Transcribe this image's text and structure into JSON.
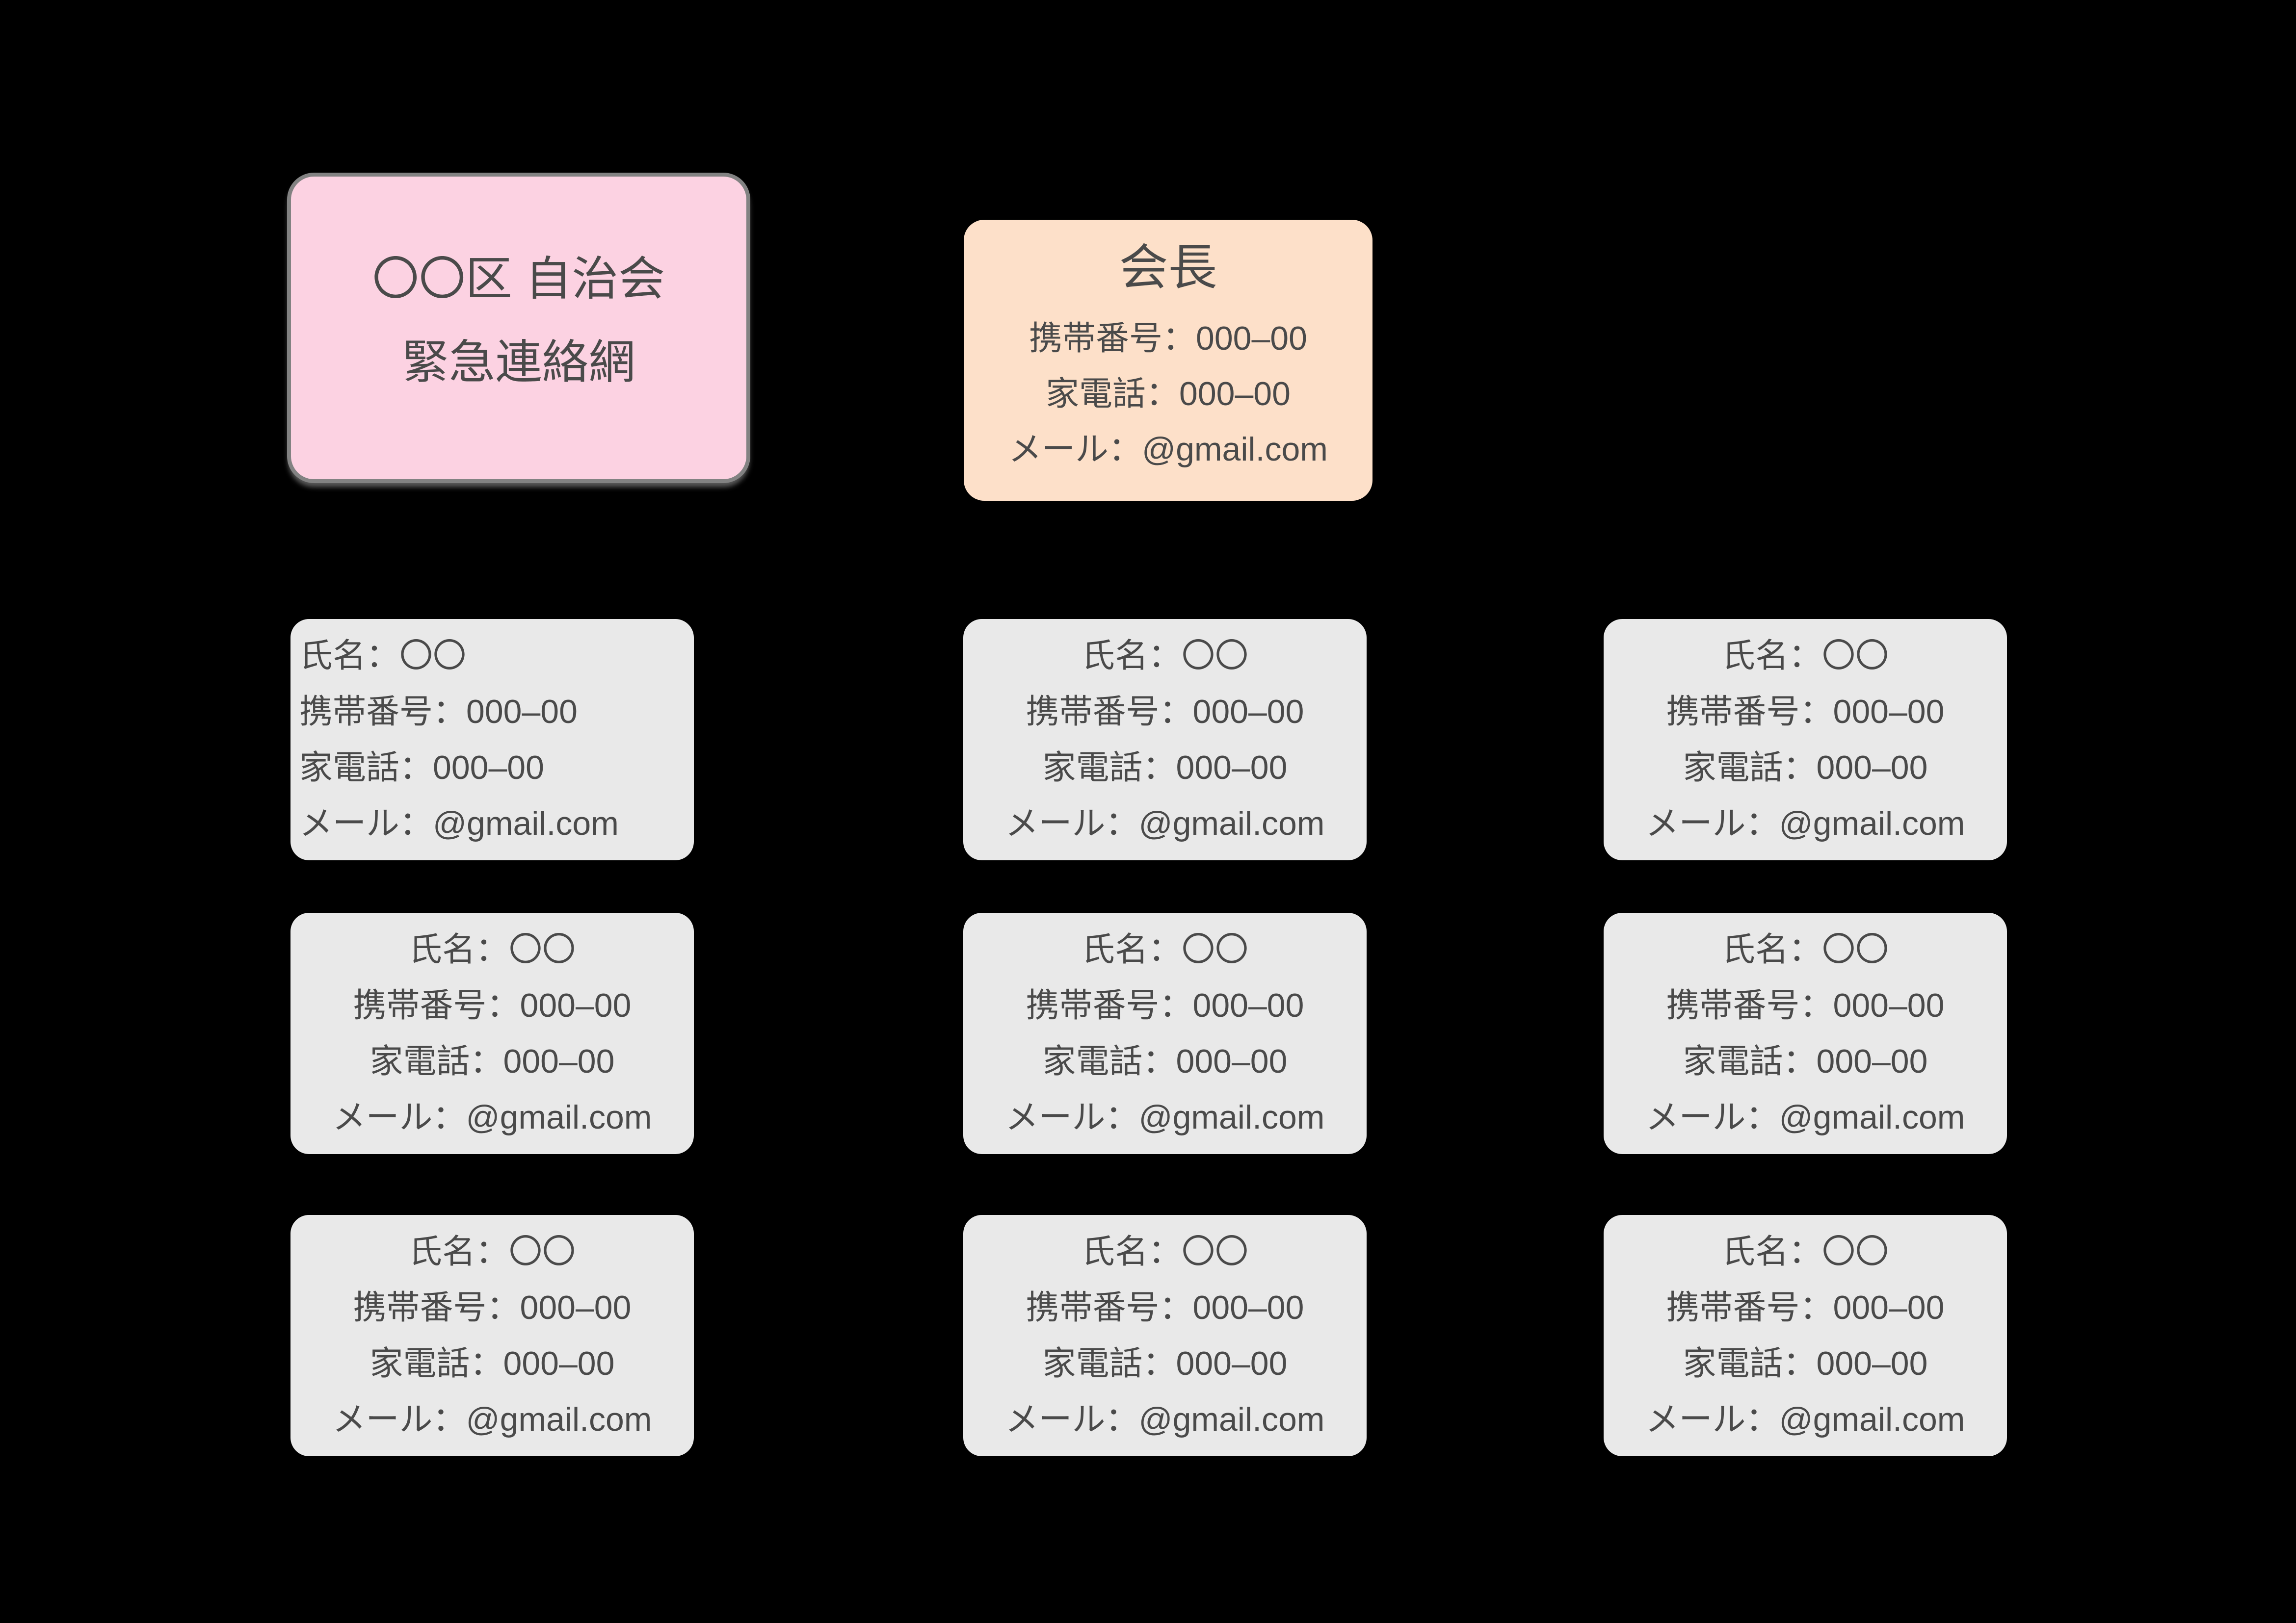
{
  "colors": {
    "background": "#000000",
    "org_title_card_fill": "#fcd2e2",
    "org_title_card_border": "#828282",
    "leader_card_fill": "#fde0c9",
    "member_card_fill": "#e9e9e9",
    "text": "#4a4a4a"
  },
  "org_title_card": {
    "line1": "〇〇区 自治会",
    "line2": "緊急連絡網"
  },
  "leader_card": {
    "title": "会長",
    "mobile": "携帯番号：000–00",
    "home_phone": "家電話：000–00",
    "email": "メール：@gmail.com"
  },
  "member_cards": [
    {
      "name": "氏名：〇〇",
      "mobile": "携帯番号：000–00",
      "home_phone": "家電話：000–00",
      "email": "メール：@gmail.com"
    },
    {
      "name": "氏名：〇〇",
      "mobile": "携帯番号：000–00",
      "home_phone": "家電話：000–00",
      "email": "メール：@gmail.com"
    },
    {
      "name": "氏名：〇〇",
      "mobile": "携帯番号：000–00",
      "home_phone": "家電話：000–00",
      "email": "メール：@gmail.com"
    },
    {
      "name": "氏名：〇〇",
      "mobile": "携帯番号：000–00",
      "home_phone": "家電話：000–00",
      "email": "メール：@gmail.com"
    },
    {
      "name": "氏名：〇〇",
      "mobile": "携帯番号：000–00",
      "home_phone": "家電話：000–00",
      "email": "メール：@gmail.com"
    },
    {
      "name": "氏名：〇〇",
      "mobile": "携帯番号：000–00",
      "home_phone": "家電話：000–00",
      "email": "メール：@gmail.com"
    },
    {
      "name": "氏名：〇〇",
      "mobile": "携帯番号：000–00",
      "home_phone": "家電話：000–00",
      "email": "メール：@gmail.com"
    },
    {
      "name": "氏名：〇〇",
      "mobile": "携帯番号：000–00",
      "home_phone": "家電話：000–00",
      "email": "メール：@gmail.com"
    },
    {
      "name": "氏名：〇〇",
      "mobile": "携帯番号：000–00",
      "home_phone": "家電話：000–00",
      "email": "メール：@gmail.com"
    }
  ]
}
